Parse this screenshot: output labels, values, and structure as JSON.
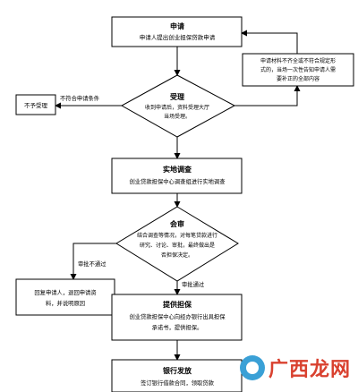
{
  "nodes": {
    "apply": {
      "title": "申请",
      "lines": [
        "申请人提出创业担保贷款申请"
      ]
    },
    "supplement": {
      "lines": [
        "申请材料不齐全或不符合规定形",
        "式的，当场一次性告知申请人需",
        "要补正的全部内容"
      ]
    },
    "reject": {
      "lines": [
        "不予受理"
      ]
    },
    "accept": {
      "title": "受理",
      "lines": [
        "收到申请后，资料受理大厅",
        "当场受理。"
      ]
    },
    "survey": {
      "title": "实地调查",
      "lines": [
        "创业贷款担保中心调查组进行实地调查"
      ]
    },
    "review": {
      "title": "会审",
      "lines": [
        "结合调查等情况，对每笔贷款进行",
        "研究、讨论、审批，最终做出是",
        "否担保决定。"
      ]
    },
    "reply": {
      "lines": [
        "回复申请人，退回申请资",
        "料，并说明原因"
      ]
    },
    "guarantee": {
      "title": "提供担保",
      "lines": [
        "创业贷款担保中心向经办银行出具担保",
        "承诺书，提供担保。"
      ]
    },
    "loan": {
      "title": "银行发放",
      "lines": [
        "签订银行借款合同，领取贷款"
      ]
    }
  },
  "edges": {
    "not_qualified": "不符合申请条件",
    "not_passed": "审批不通过",
    "passed": "审批通过"
  },
  "watermark": {
    "text": "广西龙网"
  }
}
